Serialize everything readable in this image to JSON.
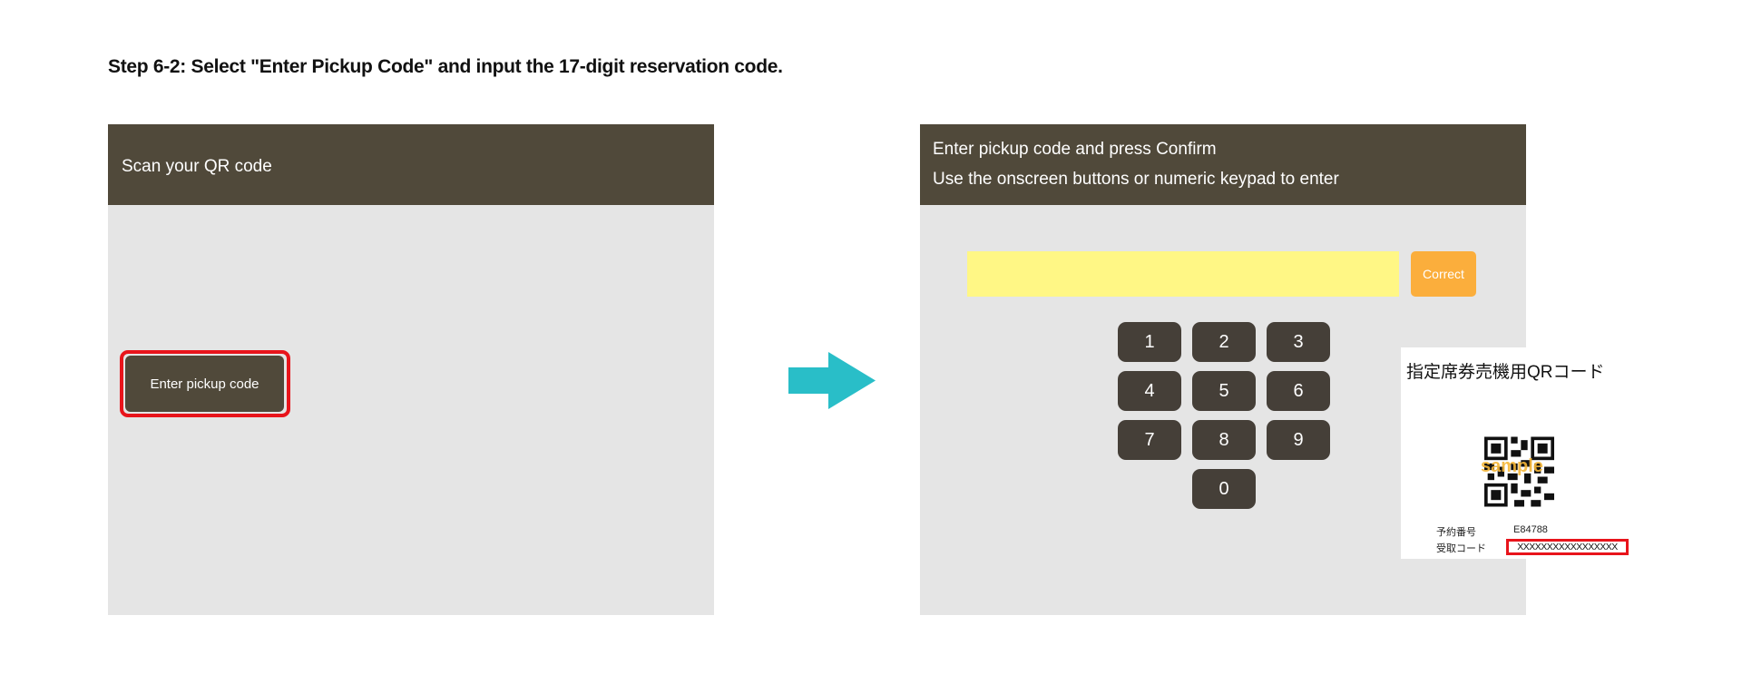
{
  "step_title": "Step 6-2: Select \"Enter Pickup Code\" and input the 17-digit reservation code.",
  "left_screen": {
    "header": "Scan your QR code",
    "button": "Enter pickup code"
  },
  "right_screen": {
    "header_line1": "Enter pickup code and press Confirm",
    "header_line2": "Use the onscreen buttons or numeric keypad to enter",
    "input_value": "",
    "correct_button": "Correct",
    "keys": [
      "1",
      "2",
      "3",
      "4",
      "5",
      "6",
      "7",
      "8",
      "9",
      "0"
    ]
  },
  "ticket": {
    "title": "指定席券売機用QRコード",
    "watermark": "sample",
    "reservation_label": "予約番号",
    "reservation_value": "E84788",
    "pickup_label": "受取コード",
    "pickup_value": "XXXXXXXXXXXXXXXXX"
  },
  "colors": {
    "header": "#50493a",
    "highlight": "#e8141b",
    "arrow": "#29bec8",
    "input": "#fff785",
    "correct": "#fbae3c"
  }
}
